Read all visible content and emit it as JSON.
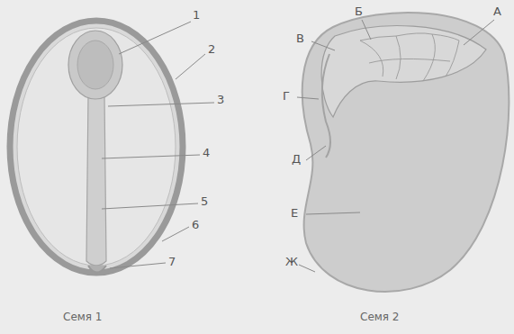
{
  "diagram": {
    "labels": [
      "1",
      "2",
      "3",
      "4",
      "5",
      "6",
      "7",
      "А",
      "Б",
      "В",
      "Г",
      "Д",
      "Е",
      "Ж",
      "Семя 1",
      "Семя 2"
    ]
  }
}
